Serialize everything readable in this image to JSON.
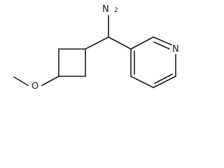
{
  "molecule": {
    "atoms": {
      "amine": {
        "element": "N",
        "hydrogens": "2"
      },
      "methoxy_oxygen": {
        "element": "O"
      },
      "pyridine_nitrogen": {
        "element": "N"
      }
    }
  }
}
